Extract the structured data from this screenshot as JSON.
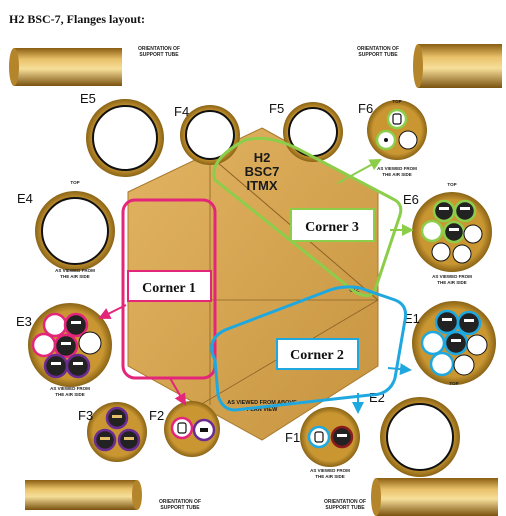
{
  "title": "H2 BSC-7, Flanges layout:",
  "chamber": {
    "line1": "H2",
    "line2": "BSC7",
    "line3": "ITMX"
  },
  "notes": {
    "orientation_l1": "ORIENTATION OF",
    "orientation_l2": "SUPPORT TUBE",
    "viewed_l1": "AS VIEWED FROM",
    "viewed_l2": "THE AIR SIDE",
    "above_l1": "AS VIEWED FROM ABOVE",
    "above_l2": "PLAN VIEW",
    "top": "TOP"
  },
  "flanges": {
    "e1": "E1",
    "e2": "E2",
    "e3": "E3",
    "e4": "E4",
    "e5": "E5",
    "e6": "E6",
    "f1": "F1",
    "f2": "F2",
    "f3": "F3",
    "f4": "F4",
    "f5": "F5",
    "f6": "F6"
  },
  "corners": {
    "c1": "Corner 1",
    "c2": "Corner 2",
    "c3": "Corner 3"
  },
  "misc": {
    "small_mark": "O2"
  },
  "colors": {
    "corner1": "#e4267a",
    "corner2": "#1fa8df",
    "corner3": "#8ccd4a",
    "purple": "#6a2c91",
    "tan": "#d8a94e",
    "brass": "#b98a2a"
  }
}
